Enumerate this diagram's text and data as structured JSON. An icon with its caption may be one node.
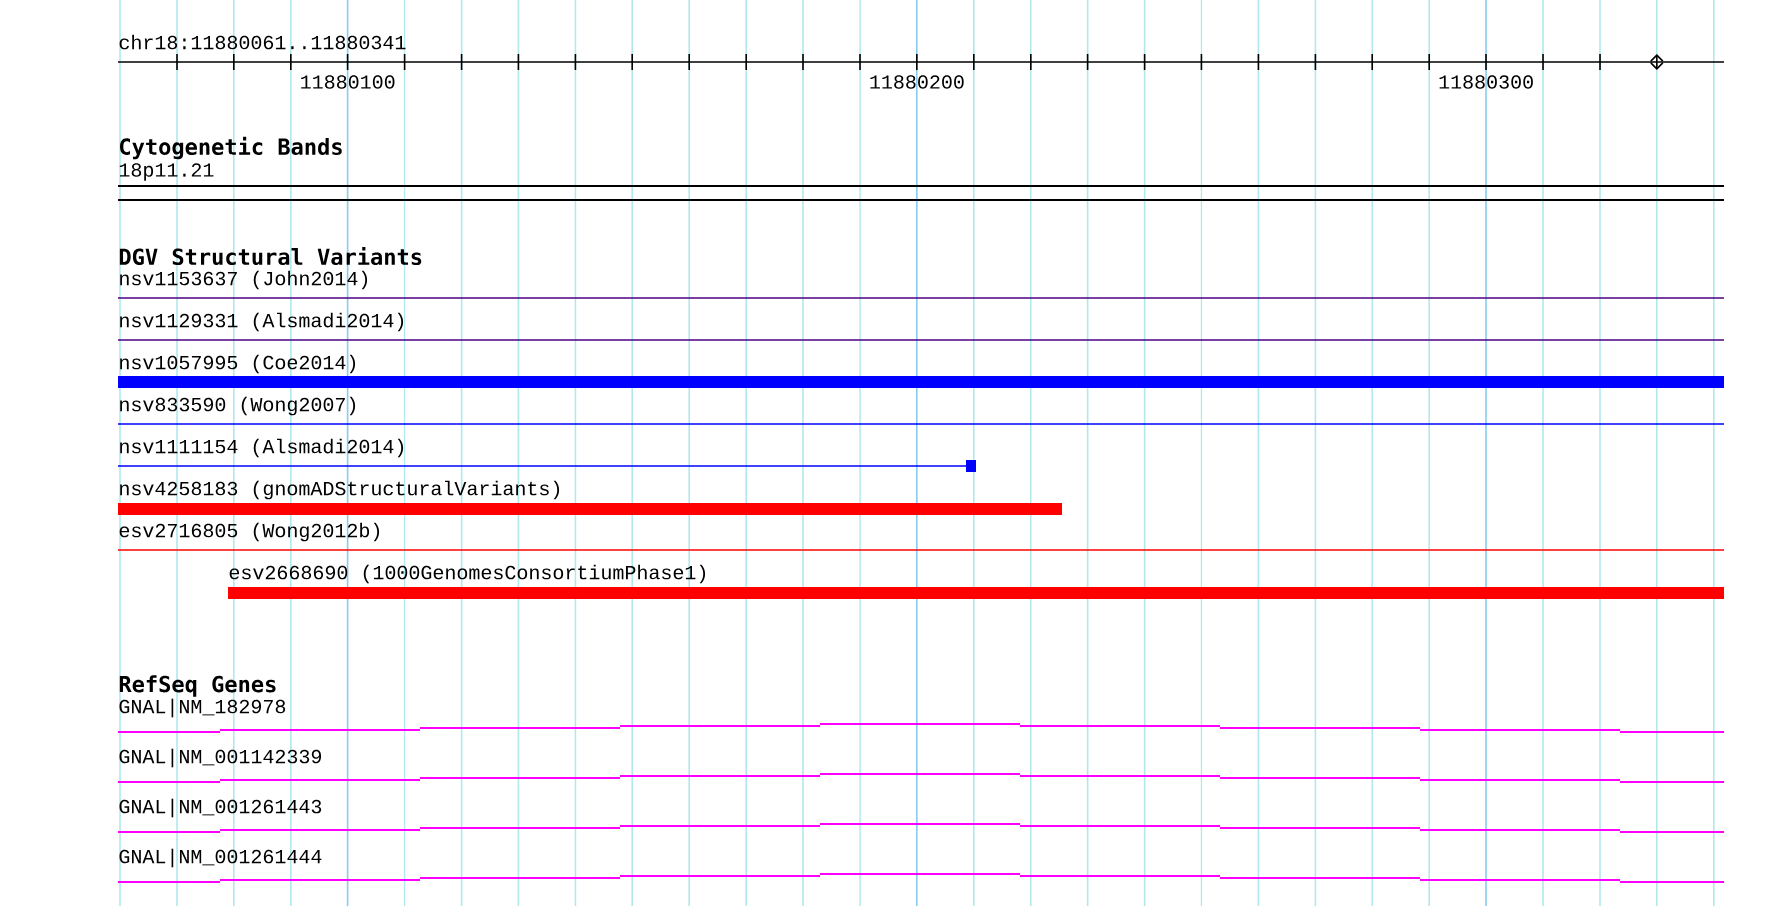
{
  "diagram": {
    "labels": [
      "chr18:11880061..11880341",
      "11880100",
      "11880200",
      "11880300",
      "Cytogenetic Bands",
      "18p11.21",
      "DGV Structural Variants",
      "nsv1153637 (John2014)",
      "nsv1129331 (Alsmadi2014)",
      "nsv1057995 (Coe2014)",
      "nsv833590 (Wong2007)",
      "nsv1111154 (Alsmadi2014)",
      "nsv4258183 (gnomADStructuralVariants)",
      "esv2716805 (Wong2012b)",
      "esv2668690 (1000GenomesConsortiumPhase1)",
      "RefSeq Genes",
      "GNAL|NM_182978",
      "GNAL|NM_001142339",
      "GNAL|NM_001261443",
      "GNAL|NM_001261444"
    ]
  }
}
